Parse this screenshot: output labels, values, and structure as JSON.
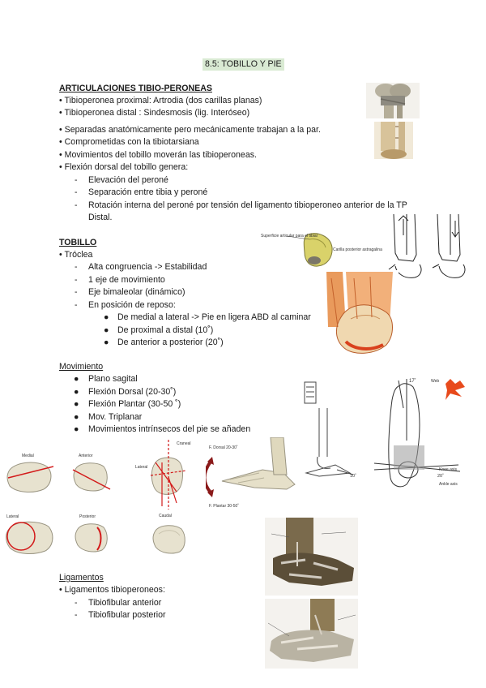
{
  "title": "8.5: TOBILLO Y PIE",
  "tib_per": {
    "heading": "ARTICULACIONES TIBIO-PERONEAS",
    "items": [
      "• Tibioperonea proximal: Artrodia (dos carillas planas)",
      "• Tibioperonea distal : Sindesmosis (lig. Interóseo)",
      "• Separadas anatómicamente pero mecánicamente trabajan a la par.",
      "• Comprometidas con la tibiotarsiana",
      "• Movimientos del tobillo moverán las tibioperoneas.",
      "• Flexión dorsal del tobillo genera:"
    ],
    "sub": [
      "Elevación del peroné",
      "Separación entre tibia y peroné",
      "Rotación interna del peroné por tensión del ligamento tibioperoneo anterior de la TP",
      "Distal."
    ]
  },
  "tobillo": {
    "heading": "TOBILLO",
    "troclea": "• Tróclea",
    "sub": [
      "Alta congruencia -> Estabilidad",
      "1 eje de movimiento",
      "Eje bimaleolar (dinámico)",
      "En posición de reposo:"
    ],
    "bullets": [
      "De medial a lateral -> Pie en ligera ABD al caminar",
      "De proximal a distal (10˚)",
      "De anterior a posterior (20˚)"
    ]
  },
  "movimiento": {
    "heading": "Movimiento",
    "items": [
      "Plano sagital",
      "Flexión Dorsal (20-30˚)",
      "Flexión Plantar (30-50 ˚)",
      "Mov. Triplanar",
      "Movimientos intrínsecos del pie se añaden"
    ]
  },
  "ligamentos": {
    "heading": "Ligamentos",
    "item": "• Ligamentos tibioperoneos:",
    "sub": [
      "Tibiofibular anterior",
      "Tibiofibular posterior"
    ]
  },
  "figures": {
    "talus_caption": "Carilla posterior astragalina",
    "talus_top_label": "Superficie articular para el tibial",
    "bone_views": [
      "Medial",
      "Anterior",
      "Lateral",
      "Posterior"
    ],
    "motion_labels": {
      "cranial": "Craneal",
      "caudal": "Caudal",
      "lateral": "Lateral",
      "f_dorsal": "F. Dorsal 20-30˚",
      "f_plantar": "F. Plantar 30-50˚"
    },
    "axis_labels": {
      "deg17": "17˚",
      "deg10": "10˚",
      "deg20": "20˚",
      "knee_axis": "Knee axis",
      "ankle_axis": "Ankle axis"
    }
  }
}
